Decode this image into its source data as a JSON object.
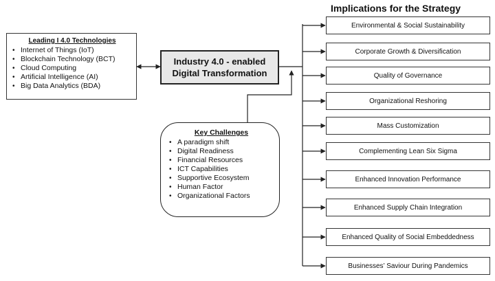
{
  "leading_technologies": {
    "title": "Leading I 4.0 Technologies",
    "items": [
      "Internet of Things (IoT)",
      "Blockchain Technology (BCT)",
      "Cloud Computing",
      "Artificial Intelligence (AI)",
      "Big Data Analytics (BDA)"
    ]
  },
  "center": {
    "line1": "Industry 4.0 - enabled",
    "line2": "Digital Transformation"
  },
  "key_challenges": {
    "title": "Key Challenges",
    "items": [
      "A paradigm shift",
      "Digital Readiness",
      "Financial Resources",
      "ICT Capabilities",
      "Supportive Ecosystem",
      "Human Factor",
      "Organizational Factors"
    ]
  },
  "implications": {
    "title": "Implications for the Strategy",
    "items": [
      "Environmental & Social Sustainability",
      "Corporate Growth & Diversification",
      "Quality of Governance",
      "Organizational Reshoring",
      "Mass Customization",
      "Complementing Lean Six Sigma",
      "Enhanced Innovation Performance",
      "Enhanced Supply Chain Integration",
      "Enhanced Quality of Social Embeddedness",
      "Businesses’ Saviour During Pandemics"
    ]
  }
}
